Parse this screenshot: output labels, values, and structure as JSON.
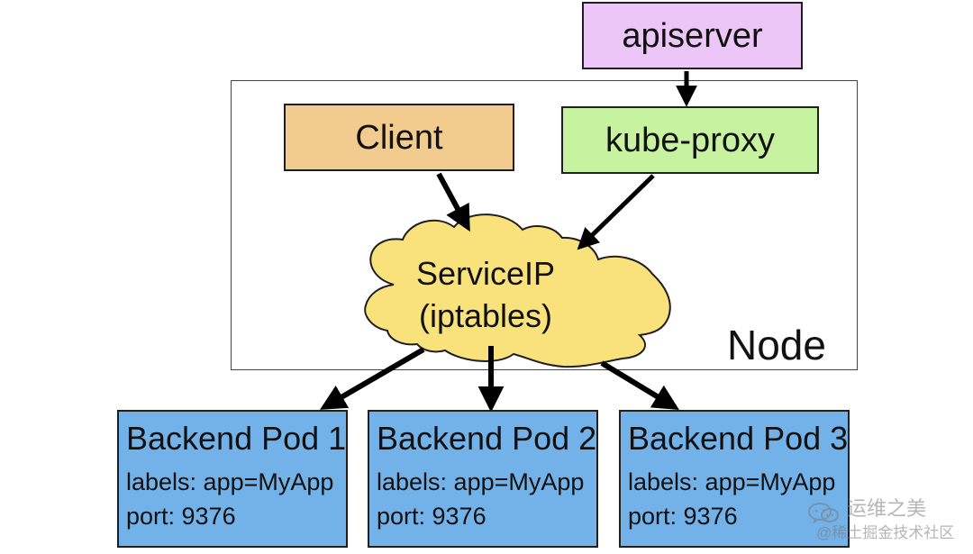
{
  "nodes": {
    "apiserver": {
      "label": "apiserver"
    },
    "client": {
      "label": "Client"
    },
    "kube_proxy": {
      "label": "kube-proxy"
    },
    "service_ip": {
      "line1": "ServiceIP",
      "line2": "(iptables)"
    },
    "node": {
      "label": "Node"
    }
  },
  "pods": [
    {
      "title": "Backend Pod 1",
      "labels": "labels: app=MyApp",
      "port": "port: 9376"
    },
    {
      "title": "Backend Pod 2",
      "labels": "labels: app=MyApp",
      "port": "port: 9376"
    },
    {
      "title": "Backend Pod 3",
      "labels": "labels: app=MyApp",
      "port": "port: 9376"
    }
  ],
  "watermark": {
    "line1": "运维之美",
    "line2": "@稀土掘金技术社区"
  },
  "colors": {
    "apiserver": "#ebc6f6",
    "client": "#f2cb8e",
    "kube_proxy": "#c7f3a1",
    "service_ip": "#f9e27c",
    "pod": "#73b2e8",
    "border": "#1f1f1f",
    "arrow": "#000000"
  },
  "icons": {
    "watermark": "wechat-icon"
  }
}
